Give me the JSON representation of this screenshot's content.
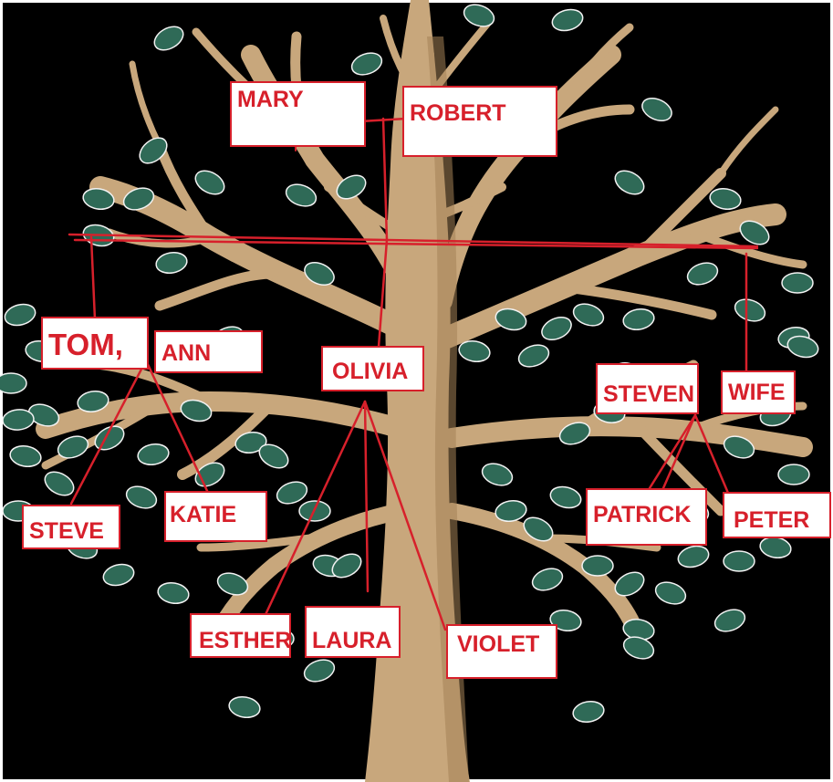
{
  "colors": {
    "background": "#000000",
    "frame": "#ffffff",
    "trunk": "#c8a77c",
    "trunk_shadow": "#a48256",
    "leaf": "#2f6a57",
    "leaf_outline": "#f2f2f2",
    "line": "#d7202b",
    "label_text": "#d7202b",
    "label_fill": "#ffffff"
  },
  "people": {
    "mary": "MARY",
    "robert": "ROBERT",
    "tom": "TOM,",
    "ann": "ANN",
    "olivia": "OLIVIA",
    "steven": "STEVEN",
    "wife": "WIFE",
    "steve": "STEVE",
    "katie": "KATIE",
    "patrick": "PATRICK",
    "peter": "PETER",
    "esther": "ESTHER",
    "laura": "LAURA",
    "violet": "VIOLET"
  }
}
